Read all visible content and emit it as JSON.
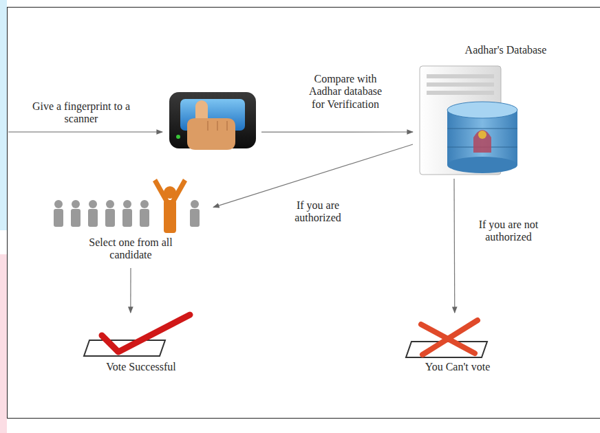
{
  "diagram": {
    "nodes": [
      {
        "text": [
          "Give a fingerprint to a scanner"
        ]
      },
      {
        "text": [
          "Aadhar's Database"
        ]
      },
      {
        "text": [
          "Select one from all candidate"
        ]
      },
      {
        "text": [
          "Vote Successful"
        ]
      },
      {
        "text": [
          "You Can't vote"
        ]
      }
    ],
    "edges": [
      {
        "from": 0,
        "to": 1,
        "label": "Compare with Aadhar database for Verification",
        "arrow": "to"
      },
      {
        "from": 1,
        "to": 2,
        "label": "If you are authorized",
        "arrow": "to"
      },
      {
        "from": 1,
        "to": 4,
        "label": "If you are not authorized",
        "arrow": "to"
      },
      {
        "from": 2,
        "to": 3,
        "arrow": "to"
      }
    ]
  }
}
